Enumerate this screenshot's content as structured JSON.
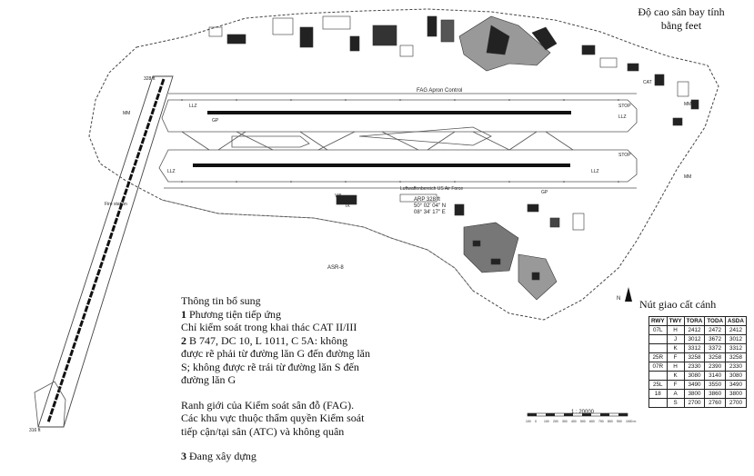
{
  "elevation_title": [
    "Độ cao sân bay tính",
    "bằng feet"
  ],
  "map_labels": {
    "fag_apron": "FAG Apron Control",
    "arp": [
      "ARP 328 ft",
      "50° 02' 04\" N",
      "08° 34' 17\" E"
    ],
    "asr": "ASR-8",
    "fire_station": "Fire station",
    "us_airforce": "Luftwaffenbereich US Air Force",
    "elev_north": "328 ft",
    "elev_south": "316 ft",
    "cat": "CAT",
    "mm": "MM",
    "llz": "LLZ",
    "gp": "GP",
    "stop": "STOP",
    "viii": "VIII",
    "ix": "IX",
    "n": "N"
  },
  "notes": {
    "heading": "Thông tin bổ sung",
    "item1_num": "1",
    "item1_title": "Phương tiện tiếp ứng",
    "item1_text": "Chỉ kiểm soát trong khai thác CAT II/III",
    "item2_num": "2",
    "item2_lines": [
      "B 747, DC 10, L 1011, C 5A: không",
      "được rẽ phải từ đường lăn G đến đường lăn",
      "S; không được rẽ trái từ đường lăn S đến",
      "đường lăn G"
    ],
    "fag_lines": [
      "Ranh giới của Kiểm soát sân đỗ (FAG).",
      "Các khu vực thuộc thẩm quyền Kiểm soát",
      "tiếp cận/tại sân (ATC) và không quân"
    ],
    "item3_num": "3",
    "item3_text": "Đang xây dựng"
  },
  "scale": {
    "label": "1 : 20000",
    "ticks": [
      "100",
      "0",
      "100",
      "200",
      "300",
      "400",
      "500",
      "600",
      "700",
      "800",
      "900",
      "1000 m"
    ]
  },
  "intersections": {
    "title": "Nút giao cất cánh",
    "headers": [
      "RWY",
      "TWY",
      "TORA",
      "TODA",
      "ASDA"
    ],
    "rows": [
      [
        "07L",
        "H",
        "2412",
        "2472",
        "2412"
      ],
      [
        "",
        "J",
        "3012",
        "3672",
        "3012"
      ],
      [
        "",
        "K",
        "3312",
        "3372",
        "3312"
      ],
      [
        "25R",
        "F",
        "3258",
        "3258",
        "3258"
      ],
      [
        "07R",
        "H",
        "2330",
        "2390",
        "2330"
      ],
      [
        "",
        "K",
        "3080",
        "3140",
        "3080"
      ],
      [
        "25L",
        "F",
        "3490",
        "3550",
        "3490"
      ],
      [
        "18",
        "A",
        "3800",
        "3860",
        "3800"
      ],
      [
        "",
        "S",
        "2700",
        "2760",
        "2700"
      ]
    ]
  }
}
